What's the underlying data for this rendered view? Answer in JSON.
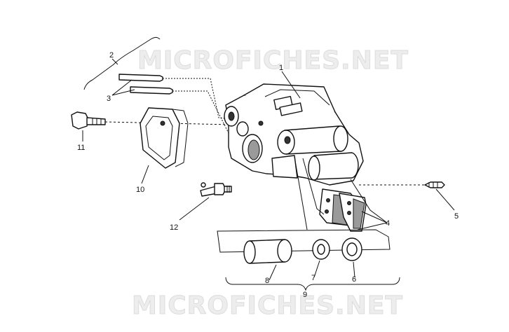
{
  "watermark": {
    "top": "MICROFICHES.NET",
    "bottom": "MICROFICHES.NET"
  },
  "callouts": {
    "c1": "1",
    "c2": "2",
    "c3": "3",
    "c4": "4",
    "c5": "5",
    "c6": "6",
    "c7": "7",
    "c8": "8",
    "c9": "9",
    "c10": "10",
    "c11": "11",
    "c12": "12"
  }
}
